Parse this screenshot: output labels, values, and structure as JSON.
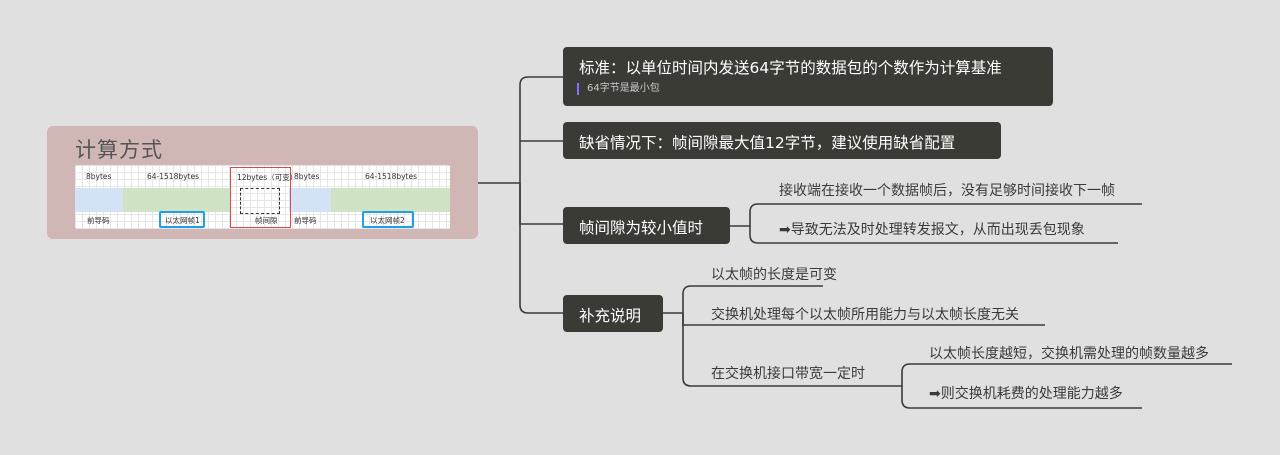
{
  "root": {
    "title": "计算方式",
    "figure": {
      "top_labels": [
        "8bytes",
        "64-1518bytes",
        "12bytes（可变）",
        "8bytes",
        "64-1518bytes"
      ],
      "bottom_labels": [
        "前导码",
        "以太网帧1",
        "帧间隙",
        "前导码",
        "以太网帧2"
      ]
    }
  },
  "branches": {
    "b1": {
      "label": "标准：以单位时间内发送64字节的数据包的个数作为计算基准",
      "note": "64字节是最小包"
    },
    "b2": {
      "label": "缺省情况下：帧间隙最大值12字节，建议使用缺省配置"
    },
    "b3": {
      "label": "帧间隙为较小值时",
      "children": [
        "接收端在接收一个数据帧后，没有足够时间接收下一帧",
        "➡导致无法及时处理转发报文，从而出现丢包现象"
      ]
    },
    "b4": {
      "label": "补充说明",
      "children": [
        "以太帧的长度是可变",
        "交换机处理每个以太帧所用能力与以太帧长度无关",
        "在交换机接口带宽一定时"
      ],
      "grandchildren": [
        "以太帧长度越短，交换机需处理的帧数量越多",
        "➡则交换机耗费的处理能力越多"
      ]
    }
  }
}
